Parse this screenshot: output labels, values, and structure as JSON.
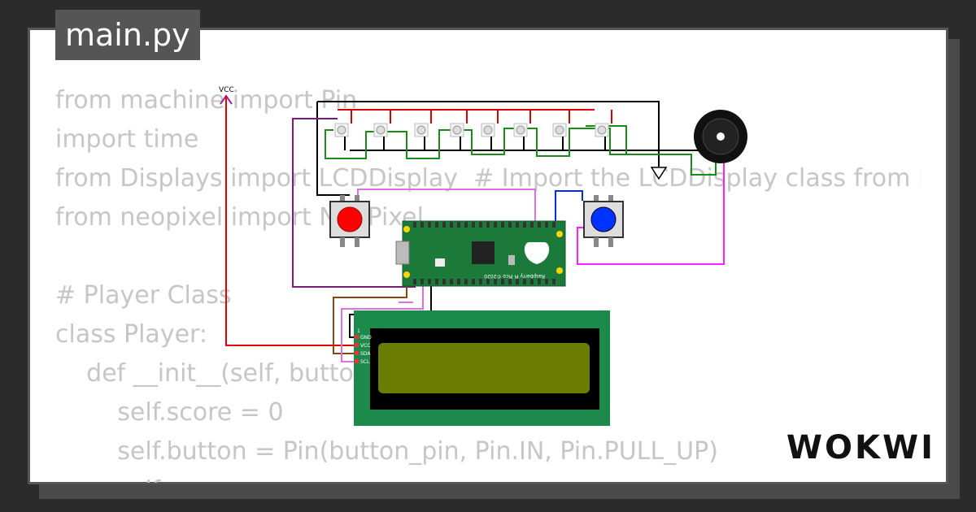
{
  "tab": {
    "filename": "main.py"
  },
  "code_lines": [
    "from machine import Pin",
    "import time",
    "from Displays import LCDDisplay  # Import the LCDDisplay class from D",
    "from neopixel import NeoPixel",
    "",
    "# Player Class",
    "class Player:",
    "    def __init__(self, button",
    "        self.score = 0",
    "        self.button = Pin(button_pin, Pin.IN, Pin.PULL_UP)",
    "        self."
  ],
  "circuit": {
    "vcc_label": "VCC",
    "lcd_pins": [
      "GND",
      "VCC",
      "SDA",
      "SCL"
    ],
    "board_label": "Raspberry Pi Pico ©2020",
    "neopixel_count": 8
  },
  "brand": {
    "logo_text": "WOKWI"
  },
  "colors": {
    "accent": "#1b7a3a",
    "wire_red": "#e00000",
    "wire_green": "#1a8a1a",
    "wire_pink": "#e040e0",
    "wire_purple": "#7a1a7a",
    "wire_blue": "#0030d0"
  }
}
